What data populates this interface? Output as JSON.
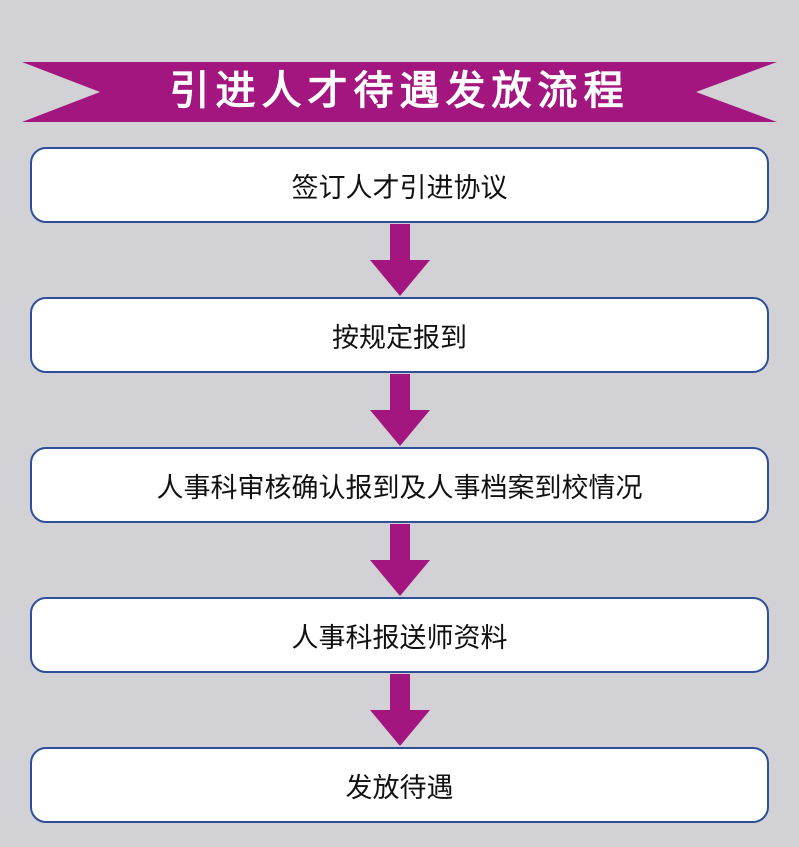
{
  "title": "引进人才待遇发放流程",
  "colors": {
    "background": "#d2d1d6",
    "accent": "#a3157f",
    "box_border": "#2e4f97",
    "box_fill": "#ffffff"
  },
  "steps": [
    {
      "label": "签订人才引进协议"
    },
    {
      "label": "按规定报到"
    },
    {
      "label": "人事科审核确认报到及人事档案到校情况"
    },
    {
      "label": "人事科报送师资料"
    },
    {
      "label": "发放待遇"
    }
  ],
  "connector_icon": "down-arrow-icon"
}
